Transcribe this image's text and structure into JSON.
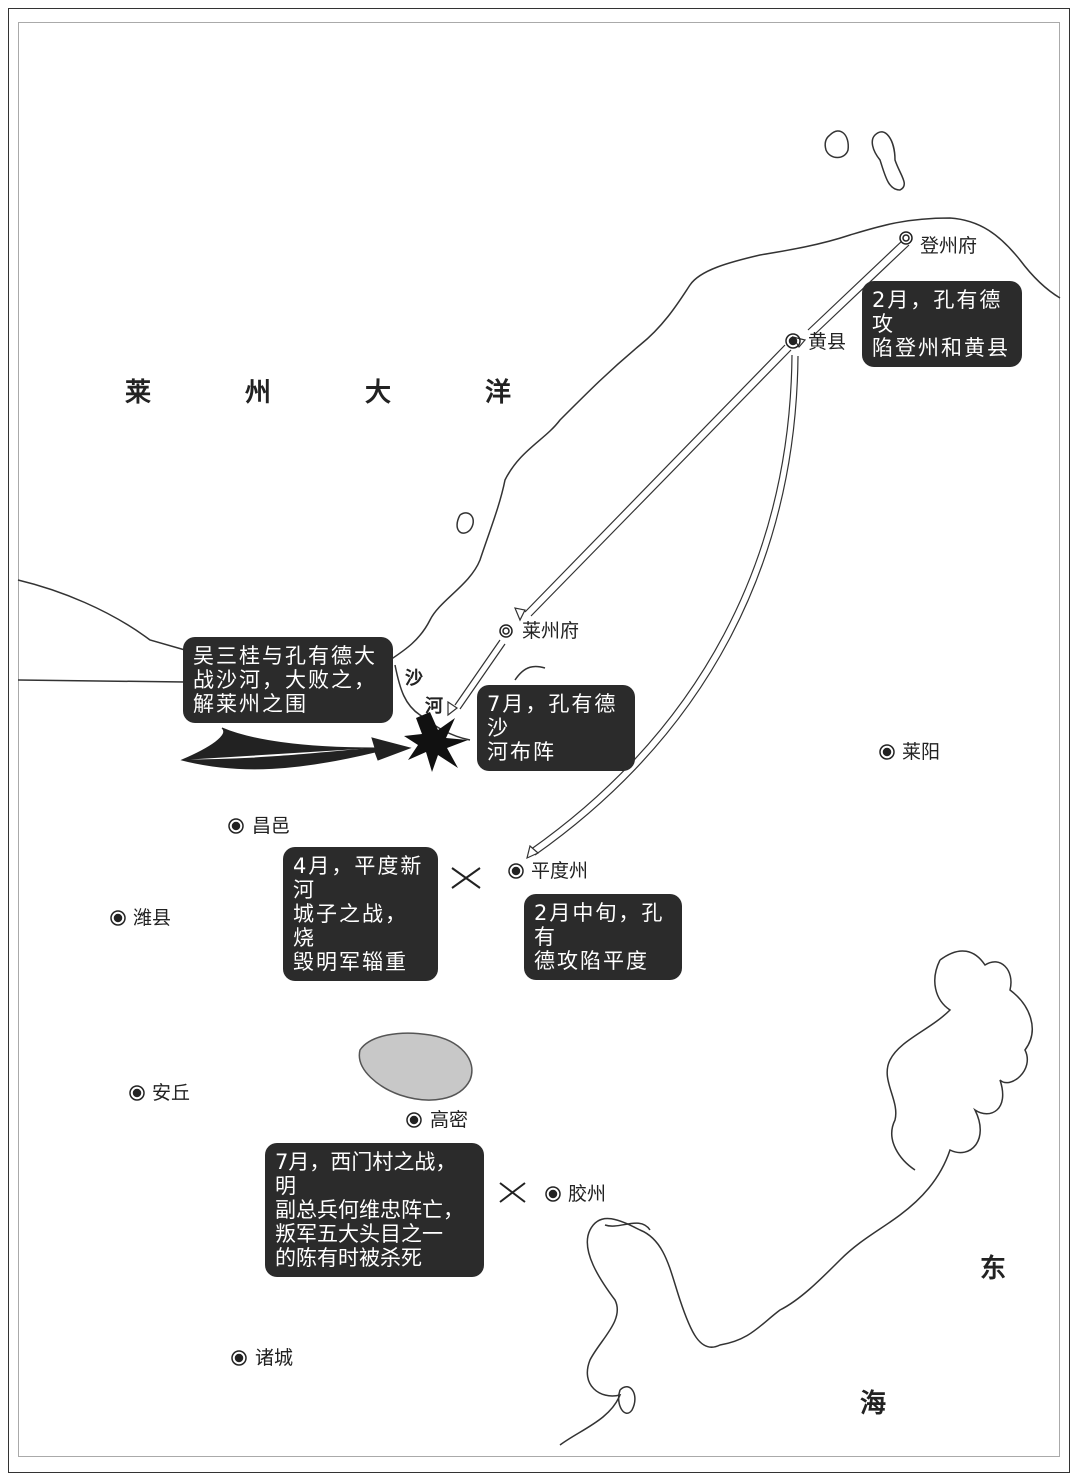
{
  "title": "登莱之乱形势图",
  "seas": {
    "laizhou_sea": [
      "莱",
      "州",
      "大",
      "洋"
    ],
    "east_sea": [
      "东",
      "海"
    ]
  },
  "river": [
    "沙",
    "河"
  ],
  "places": {
    "dengzhou": "登州府",
    "huangxian": "黄县",
    "laizhou": "莱州府",
    "laiyang": "莱阳",
    "changyi": "昌邑",
    "pingdu": "平度州",
    "weixian": "潍县",
    "anqiu": "安丘",
    "gaomi": "高密",
    "jiaozhou": "胶州",
    "zhucheng": "诸城"
  },
  "notes": {
    "dengzhou_fall": [
      "2月，孔有德攻",
      "陷登州和黄县"
    ],
    "shahe_battle": [
      "吴三桂与孔有德大",
      "战沙河，大败之，",
      "解莱州之围"
    ],
    "shahe_deploy": [
      "7月，孔有德沙",
      "河布阵"
    ],
    "xinhe_battle": [
      "4月，平度新河",
      "城子之战，烧",
      "毁明军辎重"
    ],
    "pingdu_fall": [
      "2月中旬，孔有",
      "德攻陷平度"
    ],
    "ximen_battle": [
      "7月，西门村之战，明",
      "副总兵何维忠阵亡，",
      "叛军五大头目之一",
      "的陈有时被杀死"
    ]
  },
  "colors": {
    "box": "#2b2b2b",
    "lake": "#c8c8c8",
    "line": "#333333"
  }
}
